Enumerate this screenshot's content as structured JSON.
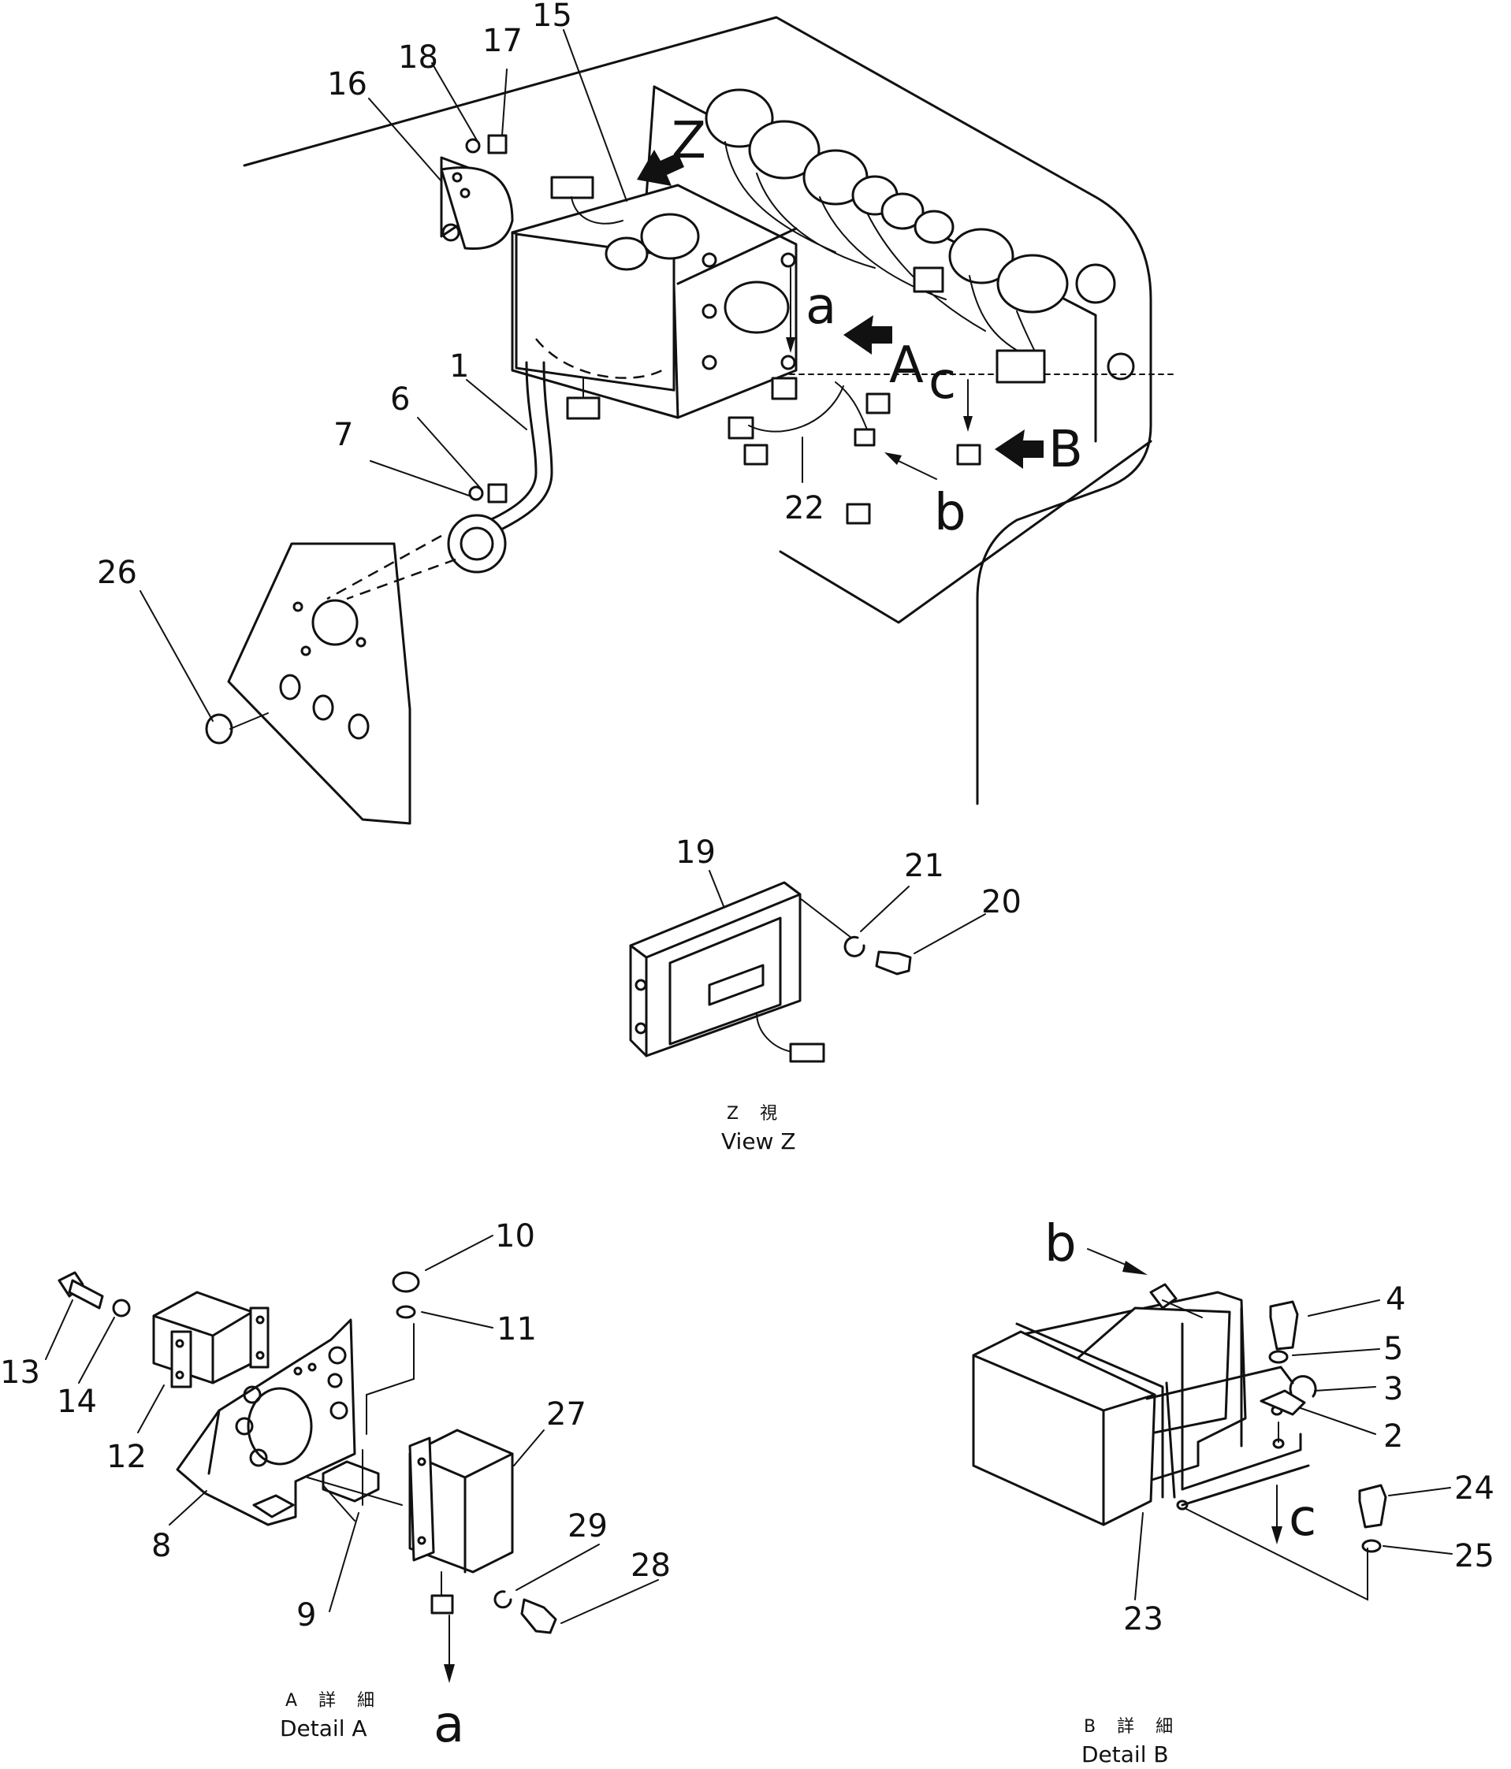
{
  "callouts": {
    "c1": "1",
    "c2": "2",
    "c3": "3",
    "c4": "4",
    "c5": "5",
    "c6": "6",
    "c7": "7",
    "c8": "8",
    "c9": "9",
    "c10": "10",
    "c11": "11",
    "c12": "12",
    "c13": "13",
    "c14": "14",
    "c15": "15",
    "c16": "16",
    "c17": "17",
    "c18": "18",
    "c19": "19",
    "c20": "20",
    "c21": "21",
    "c22": "22",
    "c23": "23",
    "c24": "24",
    "c25": "25",
    "c26": "26",
    "c27": "27",
    "c28": "28",
    "c29": "29"
  },
  "letters": {
    "Z": "Z",
    "A": "A",
    "B": "B",
    "a_top": "a",
    "b_top": "b",
    "c_top": "c",
    "a_detail": "a",
    "b_detail": "b",
    "c_detail": "c"
  },
  "captions": {
    "view_z_jp": "Z 視",
    "view_z_en": "View Z",
    "detail_a_jp": "A 詳 細",
    "detail_a_en": "Detail A",
    "detail_b_jp": "B 詳 細",
    "detail_b_en": "Detail B"
  }
}
